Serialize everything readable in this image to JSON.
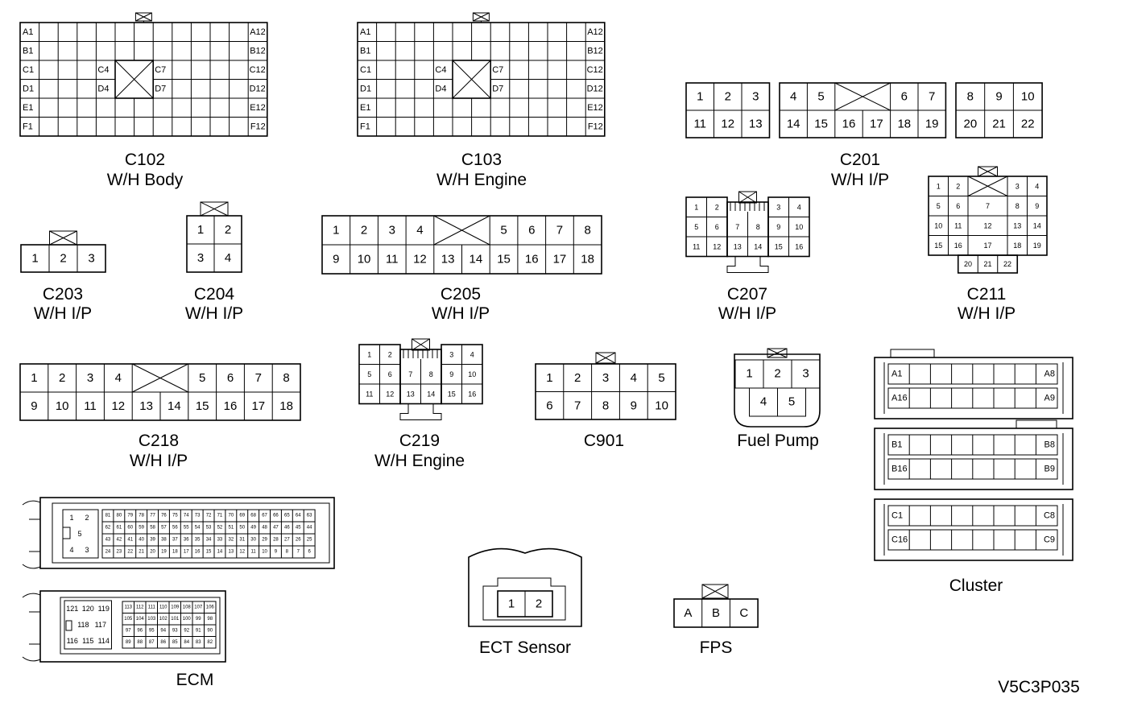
{
  "connectors": {
    "c102": {
      "name": "C102",
      "desc": "W/H Body",
      "labels": [
        "A1",
        "B1",
        "C1",
        "D1",
        "E1",
        "F1",
        "A12",
        "B12",
        "C12",
        "D12",
        "E12",
        "F12",
        "C4",
        "D4",
        "C7",
        "D7"
      ]
    },
    "c103": {
      "name": "C103",
      "desc": "W/H Engine",
      "labels": [
        "A1",
        "B1",
        "C1",
        "D1",
        "E1",
        "F1",
        "A12",
        "B12",
        "C12",
        "D12",
        "E12",
        "F12",
        "C4",
        "D4",
        "C7",
        "D7"
      ]
    },
    "c201": {
      "name": "C201",
      "desc": "W/H I/P",
      "pins": [
        "1",
        "2",
        "3",
        "11",
        "12",
        "13",
        "4",
        "5",
        "6",
        "7",
        "14",
        "15",
        "16",
        "17",
        "18",
        "19",
        "8",
        "9",
        "10",
        "20",
        "21",
        "22"
      ]
    },
    "c203": {
      "name": "C203",
      "desc": "W/H I/P",
      "pins": [
        "1",
        "2",
        "3"
      ]
    },
    "c204": {
      "name": "C204",
      "desc": "W/H I/P",
      "pins": [
        "1",
        "2",
        "3",
        "4"
      ]
    },
    "c205": {
      "name": "C205",
      "desc": "W/H I/P",
      "pins": [
        "1",
        "2",
        "3",
        "4",
        "5",
        "6",
        "7",
        "8",
        "9",
        "10",
        "11",
        "12",
        "13",
        "14",
        "15",
        "16",
        "17",
        "18"
      ]
    },
    "c207": {
      "name": "C207",
      "desc": "W/H I/P",
      "pins": [
        "1",
        "2",
        "3",
        "4",
        "5",
        "6",
        "7",
        "8",
        "9",
        "10",
        "11",
        "12",
        "13",
        "14",
        "15",
        "16"
      ]
    },
    "c211": {
      "name": "C211",
      "desc": "W/H I/P",
      "pins": [
        "1",
        "2",
        "3",
        "4",
        "5",
        "6",
        "7",
        "8",
        "9",
        "10",
        "11",
        "12",
        "13",
        "14",
        "15",
        "16",
        "17",
        "18",
        "19",
        "20",
        "21",
        "22"
      ]
    },
    "c218": {
      "name": "C218",
      "desc": "W/H I/P",
      "pins": [
        "1",
        "2",
        "3",
        "4",
        "5",
        "6",
        "7",
        "8",
        "9",
        "10",
        "11",
        "12",
        "13",
        "14",
        "15",
        "16",
        "17",
        "18"
      ]
    },
    "c219": {
      "name": "C219",
      "desc": "W/H Engine",
      "pins": [
        "1",
        "2",
        "3",
        "4",
        "5",
        "6",
        "7",
        "8",
        "9",
        "10",
        "11",
        "12",
        "13",
        "14",
        "15",
        "16"
      ]
    },
    "c901": {
      "name": "C901",
      "pins": [
        "1",
        "2",
        "3",
        "4",
        "5",
        "6",
        "7",
        "8",
        "9",
        "10"
      ]
    },
    "fuel_pump": {
      "name": "Fuel Pump",
      "pins": [
        "1",
        "2",
        "3",
        "4",
        "5"
      ]
    },
    "cluster": {
      "name": "Cluster",
      "labels": [
        "A1",
        "A8",
        "A16",
        "A9",
        "B1",
        "B8",
        "B16",
        "B9",
        "C1",
        "C8",
        "C16",
        "C9"
      ]
    },
    "ecm": {
      "name": "ECM",
      "big_pins": [
        "1",
        "2",
        "5",
        "4",
        "3"
      ],
      "big_row1": [
        "81",
        "80",
        "79",
        "78",
        "77",
        "76",
        "75",
        "74",
        "73",
        "72",
        "71",
        "70",
        "69",
        "68",
        "67",
        "66",
        "65",
        "64",
        "63"
      ],
      "big_row2": [
        "62",
        "61",
        "60",
        "59",
        "58",
        "57",
        "56",
        "55",
        "54",
        "53",
        "52",
        "51",
        "50",
        "49",
        "48",
        "47",
        "46",
        "45",
        "44"
      ],
      "big_row3": [
        "43",
        "42",
        "41",
        "40",
        "39",
        "38",
        "37",
        "36",
        "35",
        "34",
        "33",
        "32",
        "31",
        "30",
        "29",
        "28",
        "27",
        "26",
        "25"
      ],
      "big_row4": [
        "24",
        "23",
        "22",
        "21",
        "20",
        "19",
        "18",
        "17",
        "16",
        "15",
        "14",
        "13",
        "12",
        "11",
        "10",
        "9",
        "8",
        "7",
        "6"
      ],
      "small_pins": [
        "121",
        "120",
        "119",
        "118",
        "117",
        "116",
        "115",
        "114"
      ],
      "small_row1": [
        "113",
        "112",
        "111",
        "110",
        "109",
        "108",
        "107",
        "106"
      ],
      "small_row2": [
        "105",
        "104",
        "103",
        "102",
        "101",
        "100",
        "99",
        "98"
      ],
      "small_row3": [
        "97",
        "96",
        "95",
        "94",
        "93",
        "92",
        "91",
        "90"
      ],
      "small_row4": [
        "89",
        "88",
        "87",
        "86",
        "85",
        "84",
        "83",
        "82"
      ]
    },
    "ect": {
      "name": "ECT Sensor",
      "pins": [
        "1",
        "2"
      ]
    },
    "fps": {
      "name": "FPS",
      "pins": [
        "A",
        "B",
        "C"
      ]
    }
  },
  "figure_id": "V5C3P035"
}
